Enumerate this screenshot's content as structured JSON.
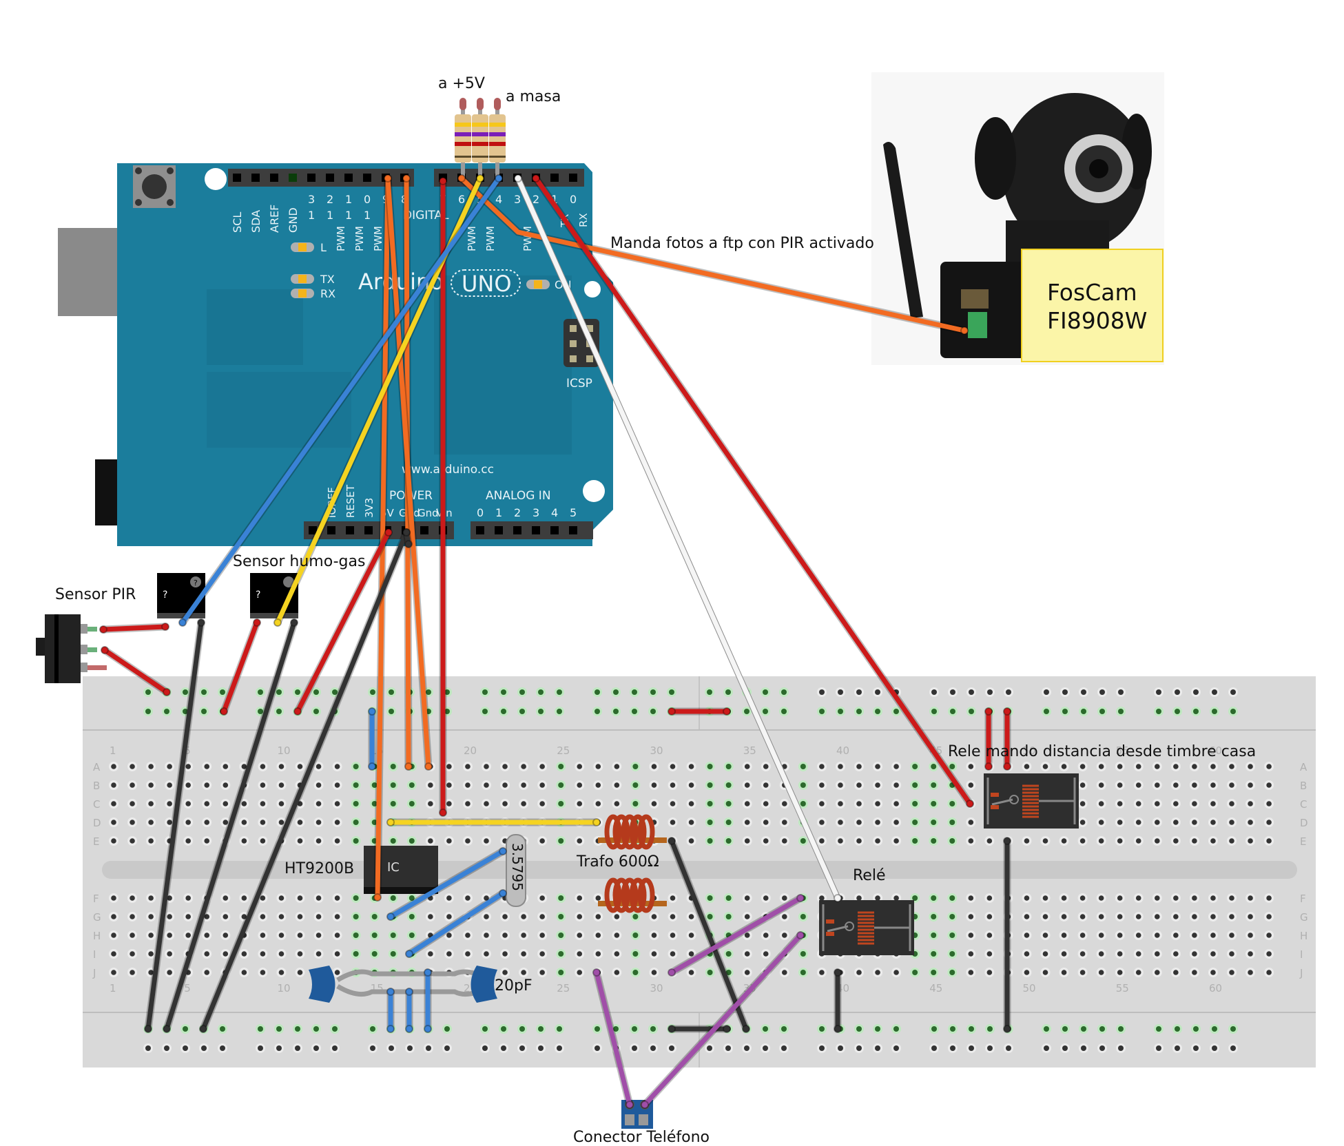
{
  "diagram": {
    "title": "Arduino UNO – sensores, HT9200B, relés y FosCam",
    "labels": {
      "resistor_to_5v": "a +5V",
      "resistor_to_ground": "a masa",
      "camera_wire_note": "Manda fotos a ftp con PIR activado",
      "camera_name_line1": "FosCam",
      "camera_name_line2": "FI8908W",
      "pir_sensor": "Sensor PIR",
      "smoke_gas_sensor": "Sensor humo-gas",
      "dtmf_chip": "HT9200B",
      "transformer": "Trafo 600Ω",
      "relay": "Relé",
      "remote_relay": "Rele mando distancia desde timbre casa",
      "capacitor": "20pF",
      "crystal": "3.5795",
      "phone_connector": "Conector Teléfono",
      "sensor_unknown": "?",
      "chip_marking": "IC"
    },
    "arduino": {
      "brand": "Arduino",
      "model": "UNO",
      "url": "www.arduino.cc",
      "digital_label": "DIGITAL",
      "power_label": "POWER",
      "analog_label": "ANALOG IN",
      "icsp_label": "ICSP",
      "led_labels": [
        "L",
        "TX",
        "RX",
        "ON"
      ],
      "top_header_labels": [
        "SCL",
        "SDA",
        "AREF",
        "GND",
        "13",
        "12",
        "11",
        "10",
        "9",
        "8",
        "7",
        "6",
        "5",
        "4",
        "3",
        "2",
        "1",
        "0"
      ],
      "pwm_label": "PWM",
      "tx_label": "TX",
      "rx_label": "RX",
      "power_pins": [
        "IOREF",
        "RESET",
        "3V3",
        "5V",
        "Gnd",
        "Gnd",
        "Vin"
      ],
      "analog_pins": [
        "0",
        "1",
        "2",
        "3",
        "4",
        "5"
      ]
    },
    "breadboard": {
      "row_letters_top": [
        "A",
        "B",
        "C",
        "D",
        "E"
      ],
      "row_letters_bottom": [
        "F",
        "G",
        "H",
        "I",
        "J"
      ],
      "column_numbers": [
        "1",
        "5",
        "10",
        "15",
        "20",
        "25",
        "30",
        "35",
        "40",
        "45",
        "50",
        "55",
        "60"
      ]
    },
    "colors": {
      "arduino_board": "#1b7d9c",
      "breadboard": "#d9d9d9",
      "wire_red": "#cc1a1a",
      "wire_black": "#333333",
      "wire_orange": "#f26b22",
      "wire_yellow": "#f5d321",
      "wire_blue": "#3a82d6",
      "wire_white": "#f5f5f5",
      "wire_purple": "#a04fa8",
      "label_note": "#fbf5a8"
    }
  }
}
